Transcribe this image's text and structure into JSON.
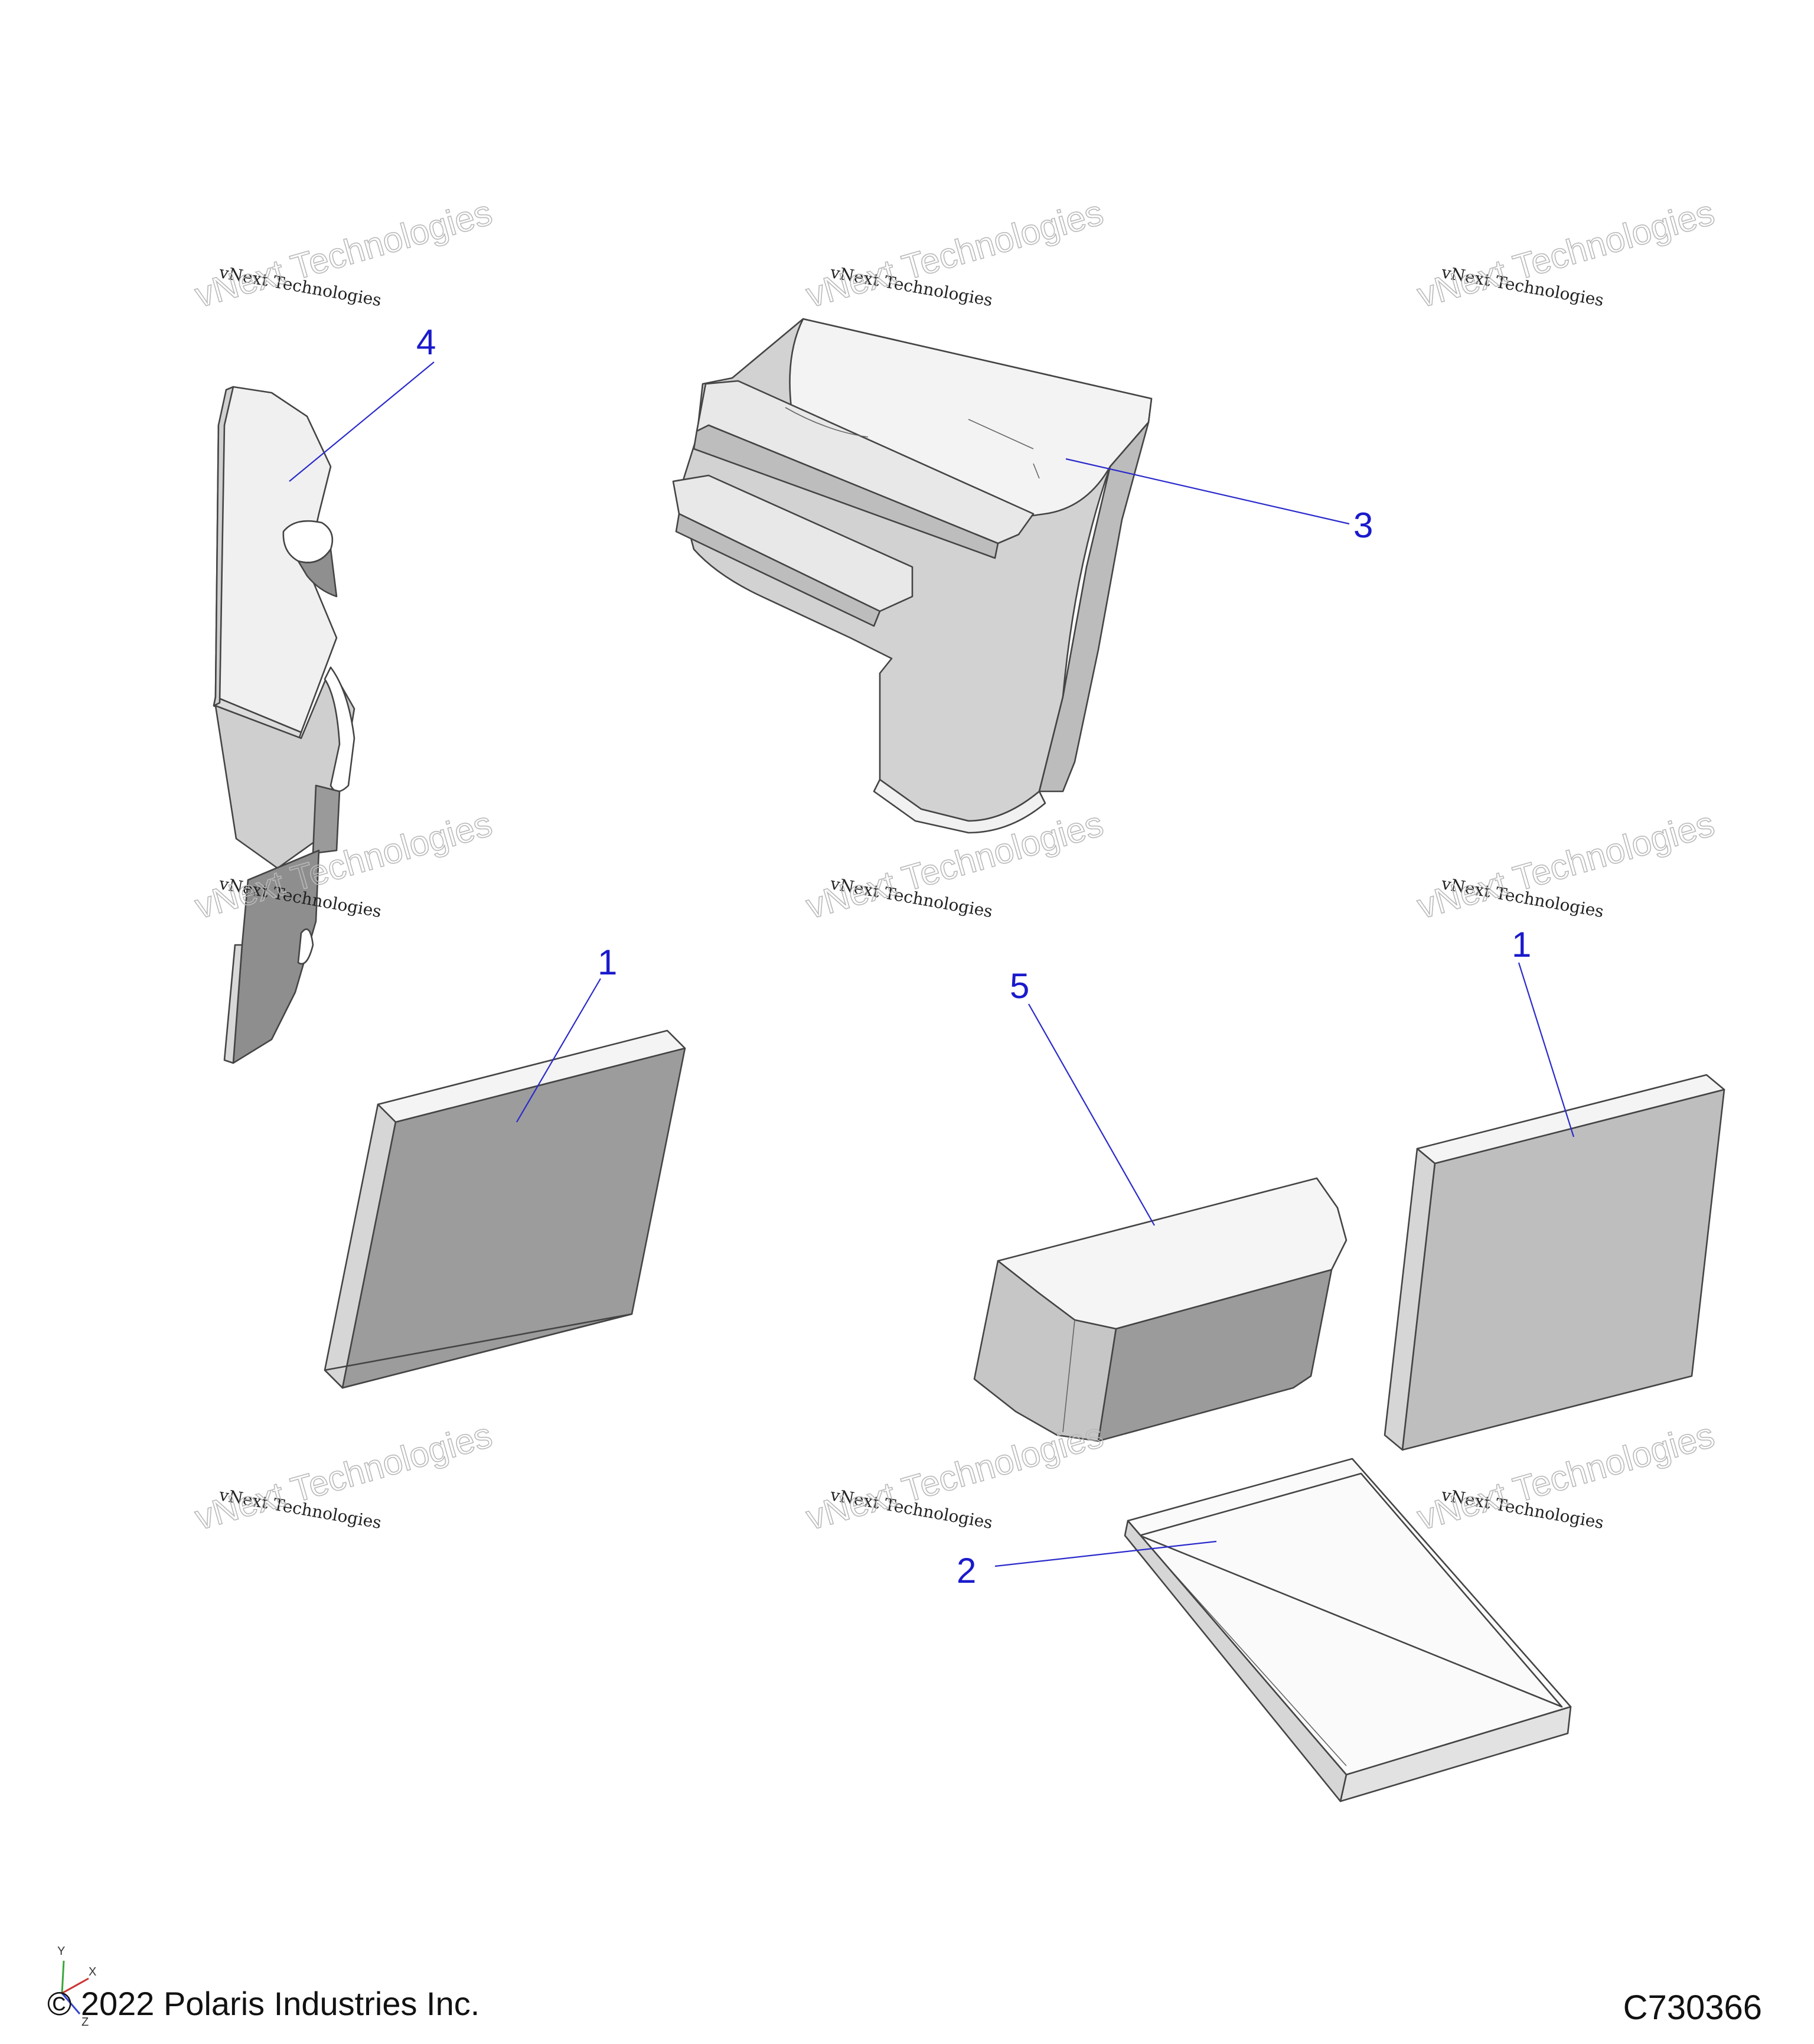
{
  "diagram": {
    "callouts": [
      {
        "id": "callout-4",
        "label": "4"
      },
      {
        "id": "callout-3",
        "label": "3"
      },
      {
        "id": "callout-1-left",
        "label": "1"
      },
      {
        "id": "callout-5",
        "label": "5"
      },
      {
        "id": "callout-1-right",
        "label": "1"
      },
      {
        "id": "callout-2",
        "label": "2"
      }
    ],
    "watermark": {
      "line1": "vNext Technologies",
      "line2": "vNext Technologies"
    },
    "axis_triad": {
      "y": "Y",
      "x": "X",
      "z": "Z"
    },
    "colors": {
      "callout": "#1a1acc",
      "part_light": "#e6e6e6",
      "part_mid": "#c8c8c8",
      "part_dark": "#9b9b9b"
    }
  },
  "footer": {
    "copyright": "© 2022 Polaris Industries Inc.",
    "drawing_number": "C730366"
  }
}
